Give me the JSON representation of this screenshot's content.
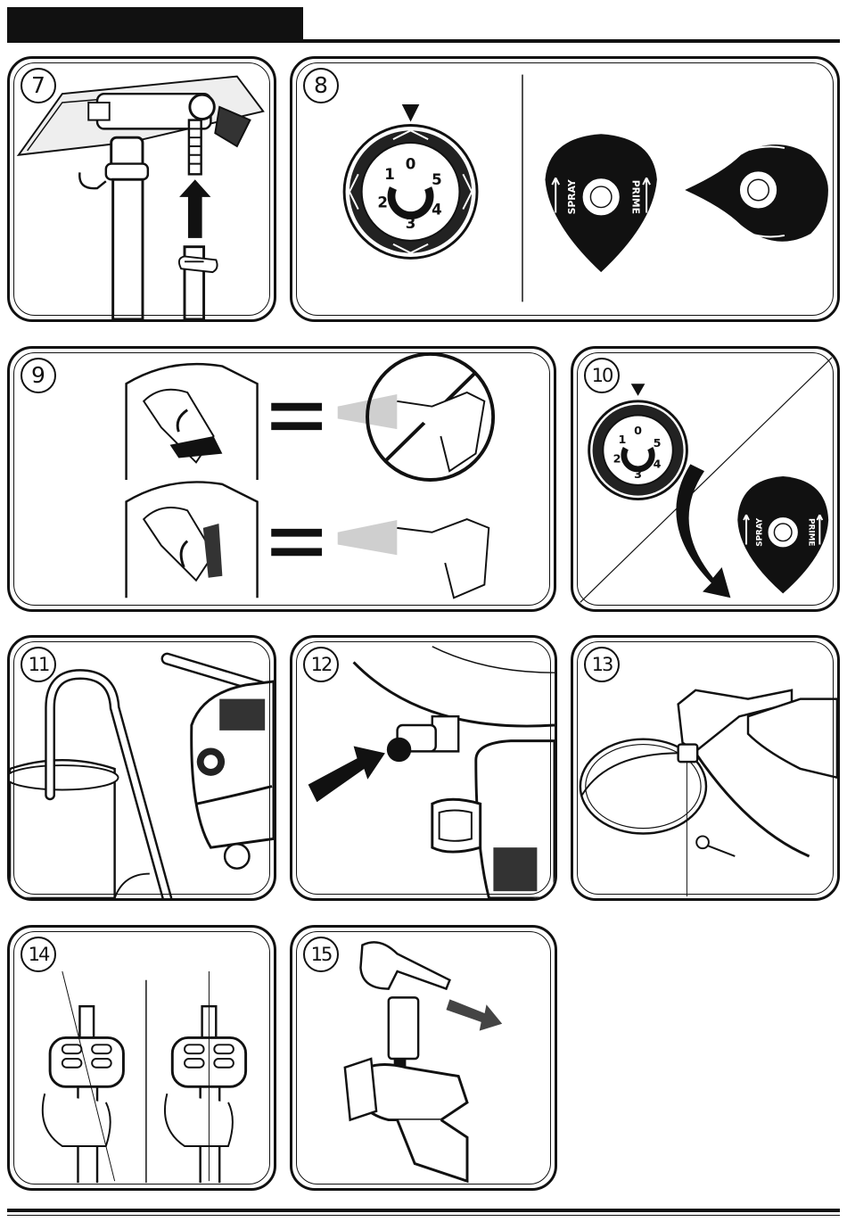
{
  "steps": [
    {
      "number": "7"
    },
    {
      "number": "8"
    },
    {
      "number": "9"
    },
    {
      "number": "10"
    },
    {
      "number": "11"
    },
    {
      "number": "12"
    },
    {
      "number": "13"
    },
    {
      "number": "14"
    },
    {
      "number": "15"
    }
  ],
  "dial": {
    "marks": [
      "0",
      "1",
      "2",
      "3",
      "4",
      "5"
    ]
  },
  "knob": {
    "spray_label": "SPRAY",
    "prime_label": "PRIME"
  },
  "colors": {
    "ink": "#111111",
    "spray_mist": "#cfcfcf",
    "panel_bg": "#ffffff"
  },
  "icons": [
    "up-arrow-icon",
    "triangle-marker-icon",
    "equals-icon",
    "prohibited-icon",
    "curved-arrow-icon",
    "right-arrow-icon"
  ]
}
